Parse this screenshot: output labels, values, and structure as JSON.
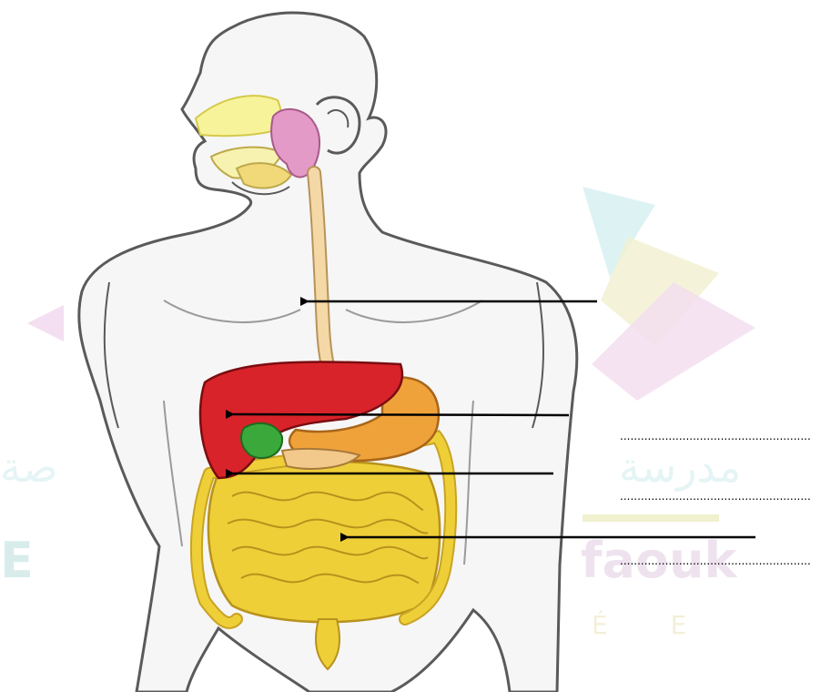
{
  "watermark": {
    "arabic_right": "مدرسة",
    "arabic_left": "صة",
    "latin_left": "E",
    "latin_right": "faouk",
    "small": "É E"
  },
  "labels": [
    {
      "target": "esophagus",
      "line": "",
      "answer": ""
    },
    {
      "target": "liver",
      "line": ".......................................................",
      "answer": ""
    },
    {
      "target": "large-intestine",
      "line": ".......................................................",
      "answer": ""
    },
    {
      "target": "small-intestine",
      "line": ".......................................................",
      "answer": ""
    }
  ],
  "colors": {
    "outline": "#5a5a5a",
    "skin": "#f6f6f6",
    "liver": "#d8232a",
    "stomach": "#f0a23a",
    "gallbladder": "#3aa83a",
    "intestine": "#efcf38",
    "esophagus": "#f4d9a6",
    "salivary": "#e49ac6"
  }
}
